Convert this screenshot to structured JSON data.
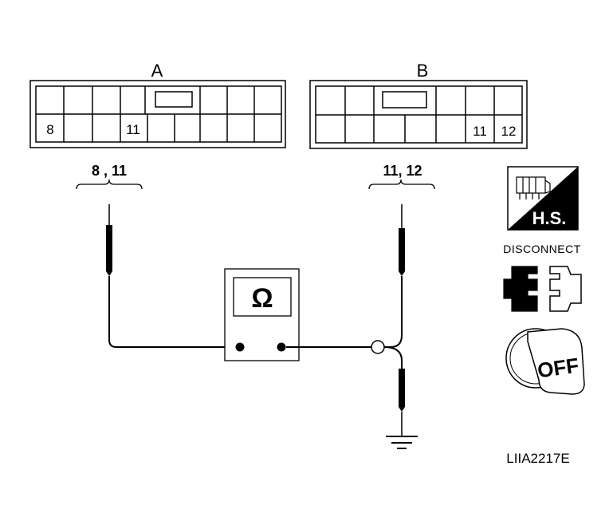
{
  "connector_a": {
    "title": "A",
    "top_row": [
      "",
      "",
      "",
      "",
      "",
      "",
      "",
      "",
      ""
    ],
    "bottom_row": [
      "8",
      "",
      "",
      "11",
      "",
      "",
      "",
      "",
      ""
    ]
  },
  "connector_b": {
    "title": "B",
    "top_row": [
      "",
      "",
      "",
      "",
      "",
      "",
      ""
    ],
    "bottom_row": [
      "",
      "",
      "",
      "",
      "",
      "11",
      "12"
    ]
  },
  "probe_labels": {
    "a_terminals": "8 , 11",
    "b_terminals": "11, 12"
  },
  "meter": {
    "symbol": "Ω"
  },
  "icons": {
    "hs_label": "H.S.",
    "disconnect_label": "DISCONNECT",
    "ignition_label": "OFF"
  },
  "figure_code": "LIIA2217E"
}
